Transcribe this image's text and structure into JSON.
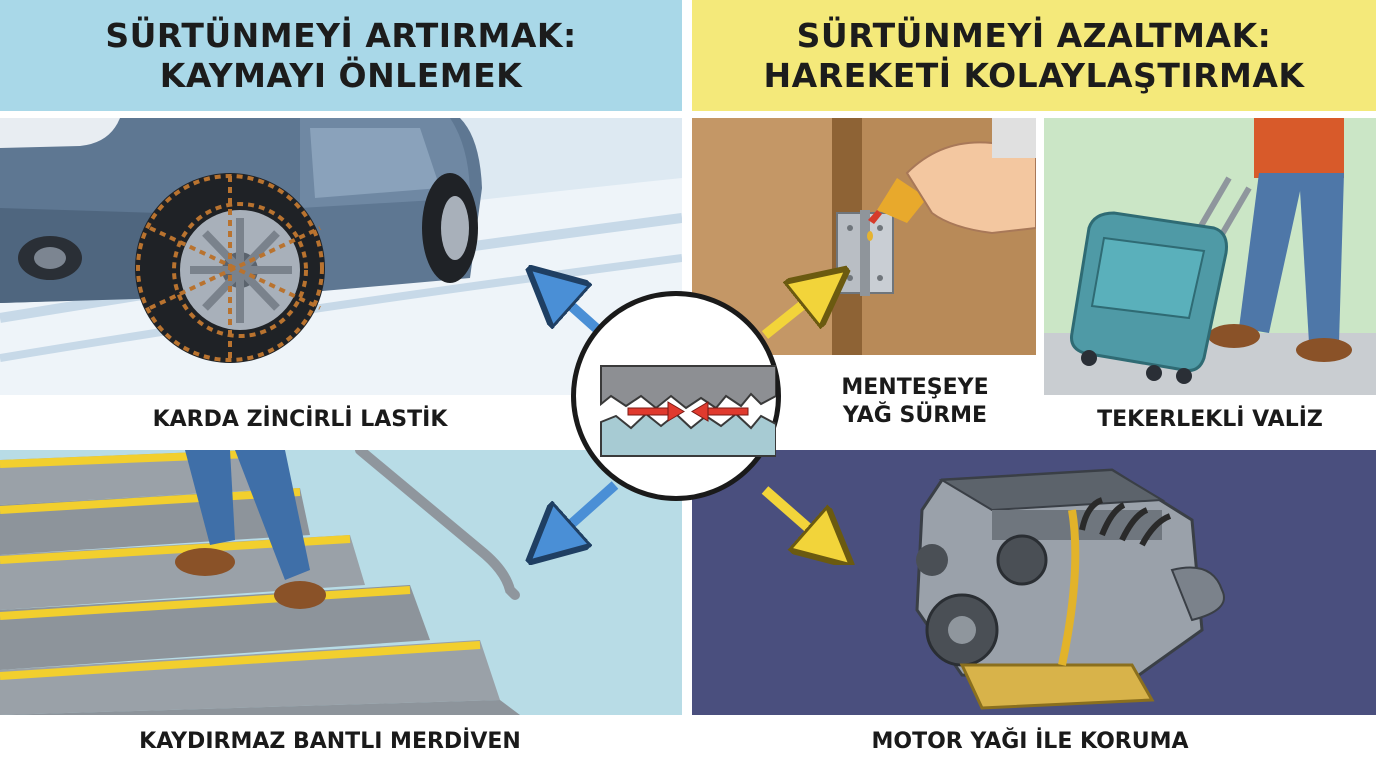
{
  "left_header": {
    "line1": "SÜRTÜNMEYİ ARTIRMAK:",
    "line2": "KAYMAYI ÖNLEMEK"
  },
  "right_header": {
    "line1": "SÜRTÜNMEYİ AZALTMAK:",
    "line2": "HAREKETİ KOLAYLAŞTIRMAK"
  },
  "captions": {
    "tire_chains": "KARDA ZİNCİRLİ LASTİK",
    "hinge_oil_line1": "MENTEŞEYE",
    "hinge_oil_line2": "YAĞ SÜRME",
    "suitcase": "TEKERLEKLİ VALİZ",
    "stairs": "KAYDIRMAZ BANTLI MERDİVEN",
    "engine_oil": "MOTOR YAĞI İLE KORUMA"
  },
  "colors": {
    "increase_accent": "#a9d8e8",
    "decrease_accent": "#f4e97a",
    "arrow_blue": "#4a8fd6",
    "arrow_yellow": "#f2d43a",
    "engine_bg": "#4a4f7e",
    "friction_arrow": "#e03a2e"
  }
}
